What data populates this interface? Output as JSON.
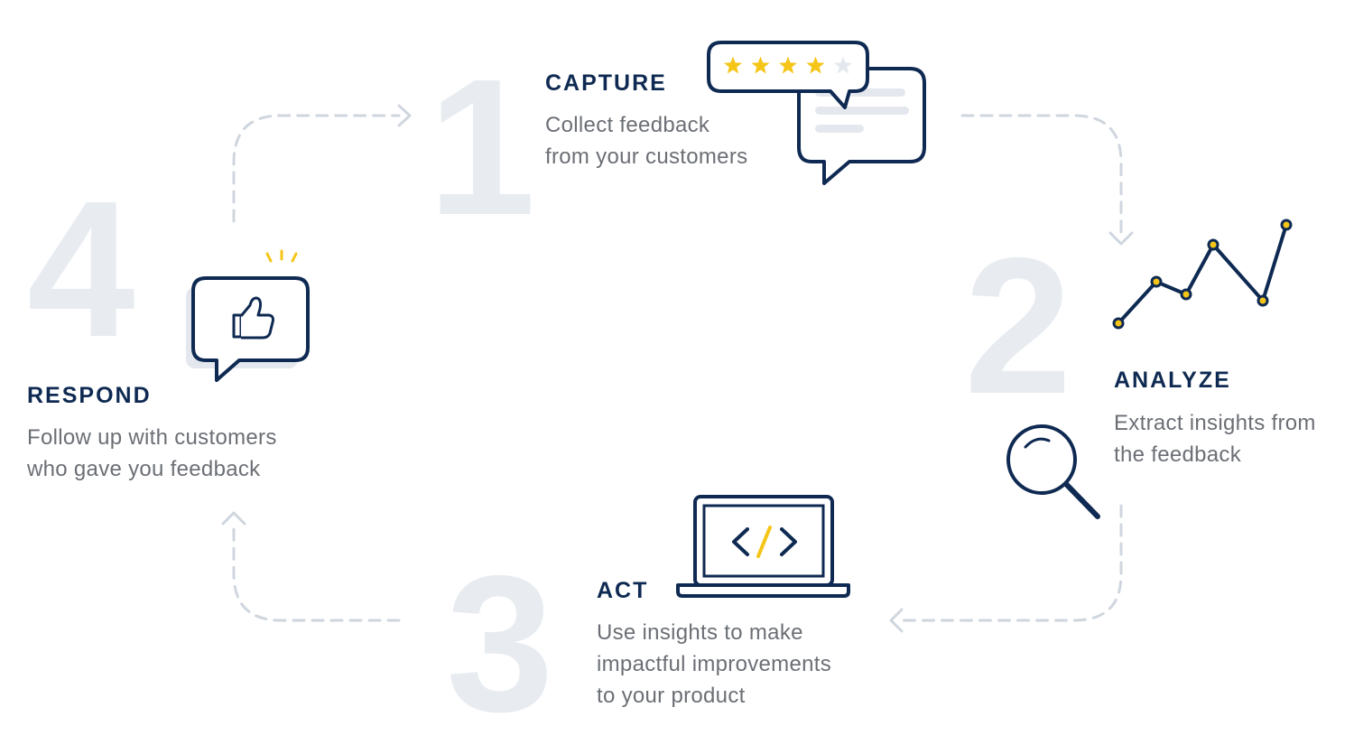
{
  "colors": {
    "navy": "#0f2a52",
    "gold": "#f5c518",
    "number": "#e8ecf1",
    "connector": "#cfd6de",
    "text": "#6b6f75",
    "shadow": "#e4e8ee"
  },
  "steps": [
    {
      "number": "1",
      "title": "CAPTURE",
      "lines": [
        "Collect feedback",
        "from your customers"
      ],
      "icon": "rating-chat-icon"
    },
    {
      "number": "2",
      "title": "ANALYZE",
      "lines": [
        "Extract insights from",
        "the feedback"
      ],
      "icon": "line-chart-icon"
    },
    {
      "number": "3",
      "title": "ACT",
      "lines": [
        "Use insights to make",
        "impactful improvements",
        "to your product"
      ],
      "icon": "laptop-code-icon"
    },
    {
      "number": "4",
      "title": "RESPOND",
      "lines": [
        "Follow up with customers",
        "who gave you feedback"
      ],
      "icon": "thumbs-up-chat-icon"
    }
  ],
  "rating": {
    "filled": 4,
    "total": 5
  }
}
